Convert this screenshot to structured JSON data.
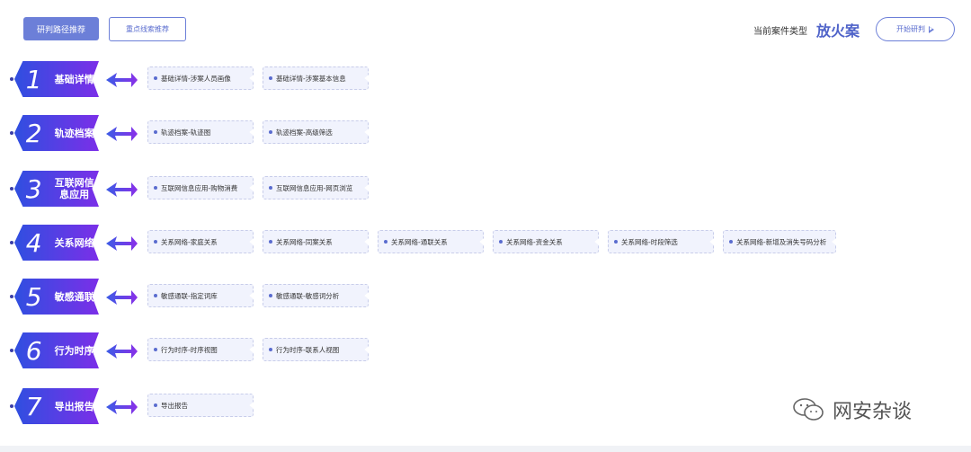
{
  "toolbar": {
    "primary_label": "研判路径推荐",
    "secondary_label": "重点线索推荐",
    "case_type_label": "当前案件类型",
    "case_type_value": "放火案",
    "start_label": "开始研判"
  },
  "rows": [
    {
      "num": "1",
      "title": "基础详情",
      "tags": [
        "基础详情-涉案人员画像",
        "基础详情-涉案基本信息"
      ]
    },
    {
      "num": "2",
      "title": "轨迹档案",
      "tags": [
        "轨迹档案-轨迹图",
        "轨迹档案-高级筛选"
      ]
    },
    {
      "num": "3",
      "title": "互联网信息应用",
      "tags": [
        "互联网信息应用-购物消费",
        "互联网信息应用-网页浏览"
      ]
    },
    {
      "num": "4",
      "title": "关系网络",
      "tags": [
        "关系网络-家庭关系",
        "关系网络-同案关系",
        "关系网络-通联关系",
        "关系网络-资金关系",
        "关系网络-时段筛选",
        "关系网络-新增及消失号码分析"
      ]
    },
    {
      "num": "5",
      "title": "敏感通联",
      "tags": [
        "敏感通联-指定词库",
        "敏感通联-敏感词分析"
      ]
    },
    {
      "num": "6",
      "title": "行为时序",
      "tags": [
        "行为时序-时序视图",
        "行为时序-联系人视图"
      ]
    },
    {
      "num": "7",
      "title": "导出报告",
      "tags": [
        "导出报告"
      ]
    }
  ],
  "watermark": "网安杂谈",
  "colors": {
    "accent": "#6c7fd8",
    "badge_start": "#2f4fe0",
    "badge_end": "#7b2fe8"
  }
}
